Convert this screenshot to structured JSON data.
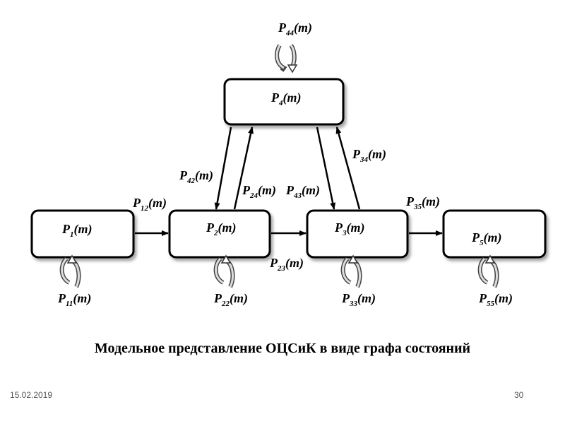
{
  "diagram": {
    "states": [
      {
        "id": "s1",
        "main": "P",
        "sub": "1",
        "tail": "(m)"
      },
      {
        "id": "s2",
        "main": "P",
        "sub": "2",
        "tail": "(m)"
      },
      {
        "id": "s3",
        "main": "P",
        "sub": "3",
        "tail": "(m)"
      },
      {
        "id": "s4",
        "main": "P",
        "sub": "4",
        "tail": "(m)"
      },
      {
        "id": "s5",
        "main": "P",
        "sub": "5",
        "tail": "(m)"
      }
    ],
    "transitions": [
      {
        "id": "t12",
        "main": "P",
        "sub": "12",
        "tail": "(m)"
      },
      {
        "id": "t23",
        "main": "P",
        "sub": "23",
        "tail": "(m)"
      },
      {
        "id": "t35",
        "main": "P",
        "sub": "35",
        "tail": "(m)"
      },
      {
        "id": "t42",
        "main": "P",
        "sub": "42",
        "tail": "(m)"
      },
      {
        "id": "t24",
        "main": "P",
        "sub": "24",
        "tail": "(m)"
      },
      {
        "id": "t43",
        "main": "P",
        "sub": "43",
        "tail": "(m)"
      },
      {
        "id": "t34",
        "main": "P",
        "sub": "34",
        "tail": "(m)"
      },
      {
        "id": "t11",
        "main": "P",
        "sub": "11",
        "tail": "(m)"
      },
      {
        "id": "t22",
        "main": "P",
        "sub": "22",
        "tail": "(m)"
      },
      {
        "id": "t33",
        "main": "P",
        "sub": "33",
        "tail": "(m)"
      },
      {
        "id": "t44",
        "main": "P",
        "sub": "44",
        "tail": "(m)"
      },
      {
        "id": "t55",
        "main": "P",
        "sub": "55",
        "tail": "(m)"
      }
    ]
  },
  "caption": "Модельное представление ОЦСиК в виде графа состояний",
  "footer": {
    "date": "15.02.2019",
    "page": "30"
  }
}
